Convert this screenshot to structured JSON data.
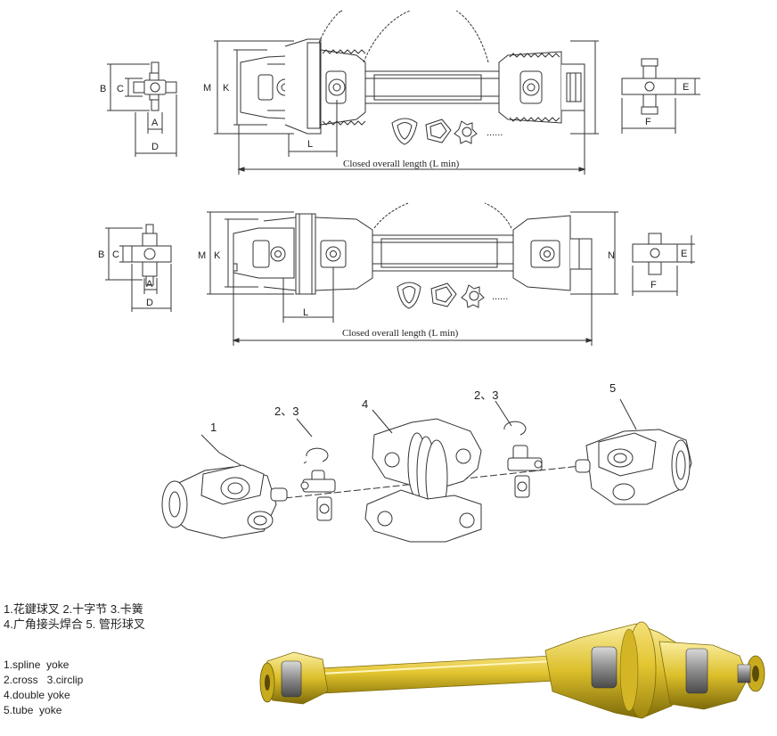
{
  "dims_top": {
    "b": "B",
    "c": "C",
    "a": "A",
    "d": "D",
    "m": "M",
    "k": "K",
    "l": "L",
    "e": "E",
    "f": "F",
    "caption": "Closed overall length (L min)",
    "dots": "......"
  },
  "dims_mid": {
    "b": "B",
    "c": "C",
    "a": "A",
    "d": "D",
    "m": "M",
    "k": "K",
    "l": "L",
    "n": "N",
    "e": "E",
    "f": "F",
    "caption": "Closed overall length (L min)",
    "dots": "......"
  },
  "exploded": {
    "labels": [
      "1",
      "2、3",
      "4",
      "2、3",
      "5"
    ]
  },
  "legend_cn": [
    "1.花鍵球叉  2.十字节  3.卡簧",
    "4.广角接头焊合  5. 管形球叉"
  ],
  "legend_en": [
    "1.spline  yoke",
    "2.cross   3.circlip",
    "4.double yoke",
    "5.tube  yoke"
  ],
  "colors": {
    "shaft_yellow": "#e3c531",
    "shaft_dark": "#8f7a0f",
    "line": "#333333"
  }
}
